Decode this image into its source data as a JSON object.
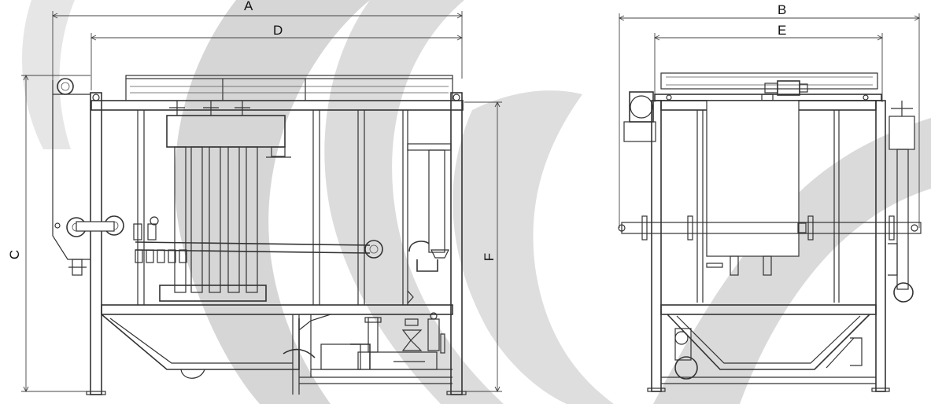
{
  "dimensions": {
    "a": "A",
    "b": "B",
    "c": "C",
    "d": "D",
    "e": "E",
    "f": "F"
  },
  "colors": {
    "line": "#333333",
    "watermark": "#d4d4d4",
    "background": "#ffffff"
  }
}
